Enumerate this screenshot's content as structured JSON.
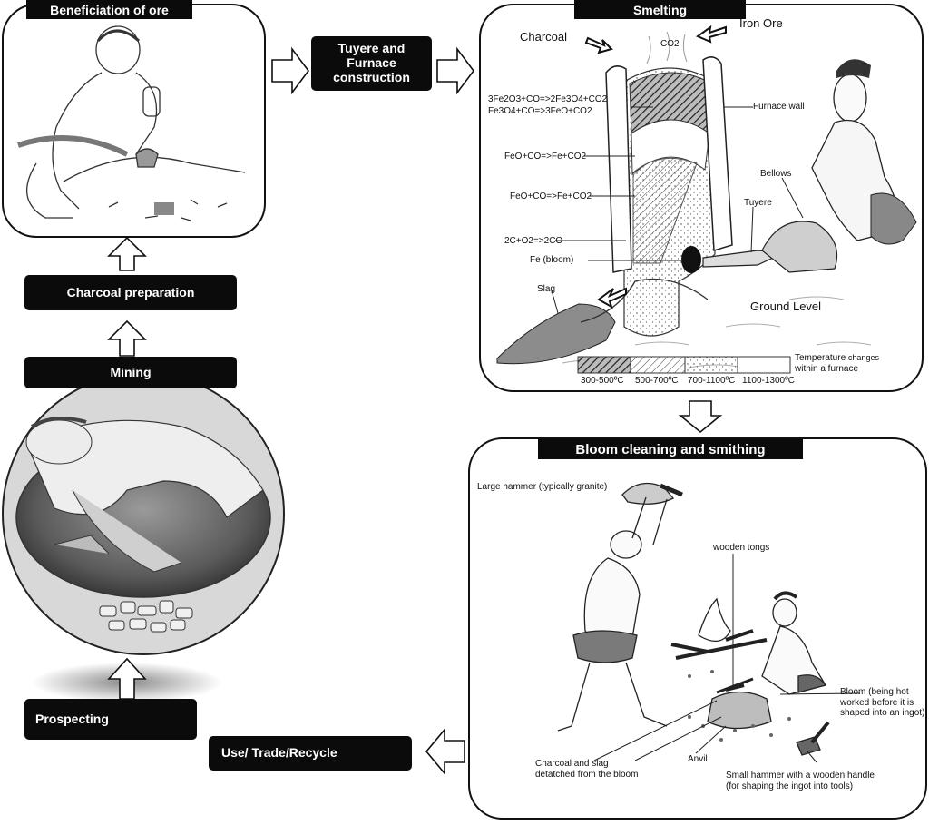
{
  "steps": {
    "beneficiation": "Beneficiation of ore",
    "tuyere": "Tuyere and Furnace construction",
    "smelting": "Smelting",
    "bloom": "Bloom cleaning and smithing",
    "charcoal_prep": "Charcoal preparation",
    "mining": "Mining",
    "prospecting": "Prospecting",
    "use": "Use/ Trade/Recycle"
  },
  "smelting": {
    "charcoal": "Charcoal",
    "iron_ore": "Iron Ore",
    "co2": "CO2",
    "eq1": "3Fe2O3+CO=>2Fe3O4+CO2",
    "eq2": "Fe3O4+CO=>3FeO+CO2",
    "eq3": "FeO+CO=>Fe+CO2",
    "eq4": "FeO+CO=>Fe+CO2",
    "eq5": "2C+O2=>2CO",
    "bloom": "Fe (bloom)",
    "furnace_wall": "Furnace wall",
    "bellows": "Bellows",
    "tuyere": "Tuyere",
    "slag": "Slag",
    "ground": "Ground Level",
    "temp_title_a": "Temperature",
    "temp_title_b": "changes",
    "temp_title_c": "within a furnace",
    "t1": "300-500ºC",
    "t2": "500-700ºC",
    "t3": "700-1100ºC",
    "t4": "1100-1300ºC"
  },
  "smithing": {
    "large_hammer": "Large hammer (typically granite)",
    "tongs": "wooden tongs",
    "bloom_a": "Bloom (being hot",
    "bloom_b": "worked before it is",
    "bloom_c": "shaped into an ingot)",
    "charcoal_a": "Charcoal and slag",
    "charcoal_b": "detatched from the bloom",
    "anvil": "Anvil",
    "small_a": "Small hammer with a wooden handle",
    "small_b": "(for shaping the ingot into tools)"
  }
}
